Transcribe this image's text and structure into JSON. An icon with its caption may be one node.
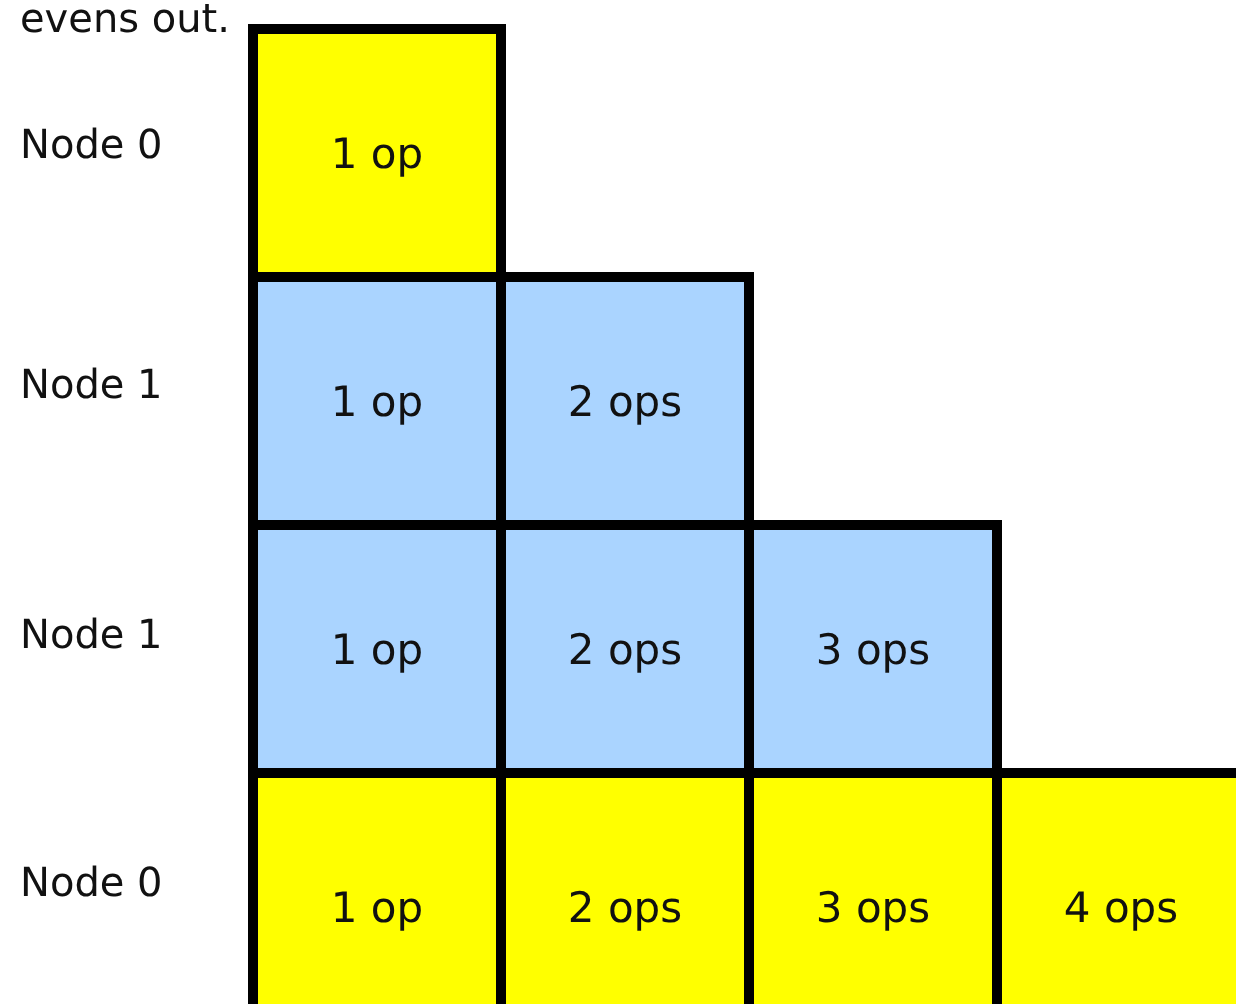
{
  "diagram": {
    "nodes": [
      {
        "text": [
          "1 op"
        ]
      },
      {
        "text": [
          "1 op"
        ]
      },
      {
        "text": [
          "2 ops"
        ]
      },
      {
        "text": [
          "1 op"
        ]
      },
      {
        "text": [
          "2 ops"
        ]
      },
      {
        "text": [
          "3 ops"
        ]
      },
      {
        "text": [
          "1 op"
        ]
      },
      {
        "text": [
          "2 ops"
        ]
      },
      {
        "text": [
          "3 ops"
        ]
      },
      {
        "text": [
          "4 ops"
        ]
      }
    ],
    "labels": [
      "evens out.",
      "Node 0",
      "Node 1",
      "Node 1",
      "Node 0"
    ]
  }
}
